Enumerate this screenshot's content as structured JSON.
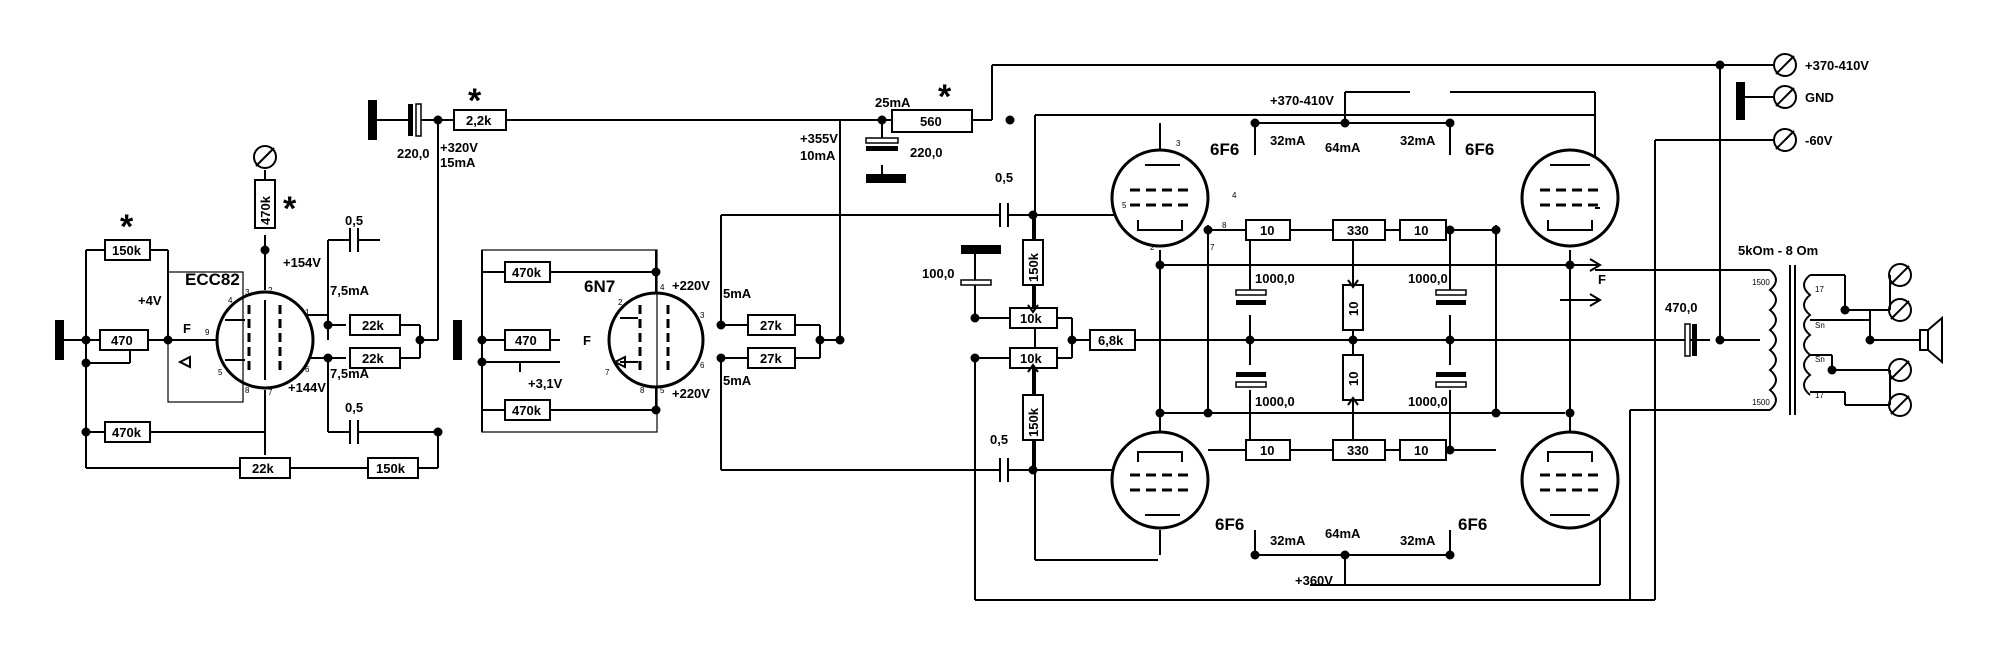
{
  "schematic": {
    "tubes": {
      "driver": "ECC82",
      "phase_inverter": "6N7",
      "output": [
        "6F6",
        "6F6",
        "6F6",
        "6F6"
      ]
    },
    "resistors": {
      "r470_in": "470",
      "r150k_top": "150k",
      "r470k_bot": "470k",
      "r470k_plate": "470k",
      "r22k_a": "22k",
      "r22k_b": "22k",
      "r22k_bot": "22k",
      "r150k_bot": "150k",
      "r2_2k": "2,2k",
      "r470k_pi_top": "470k",
      "r470_pi": "470",
      "r470k_pi_bot": "470k",
      "r27k_a": "27k",
      "r27k_b": "27k",
      "r560": "560",
      "r150k_g1": "150k",
      "r10k_a": "10k",
      "r10k_b": "10k",
      "r150k_g2": "150k",
      "r6_8k": "6,8k",
      "r10_tl": "10",
      "r330_t": "330",
      "r10_tr": "10",
      "r10_v1": "10",
      "r10_v2": "10",
      "r10_bl": "10",
      "r330_b": "330",
      "r10_br": "10"
    },
    "capacitors": {
      "c_in_top": "0,5",
      "c_in_bot": "0,5",
      "c_220_a": "220,0",
      "c_220_b": "220,0",
      "c_g_top": "0,5",
      "c_g_bot": "0,5",
      "c_100": "100,0",
      "c_1000_tl": "1000,0",
      "c_1000_tr": "1000,0",
      "c_1000_bl": "1000,0",
      "c_1000_br": "1000,0",
      "c_470": "470,0"
    },
    "voltages": {
      "v_grid_drv": "+4V",
      "v_p1": "+154V",
      "v_p2": "+144V",
      "v_320": "+320V",
      "v_pi_top": "+220V",
      "v_pi_bot": "+220V",
      "v_pi_k": "+3,1V",
      "v_355": "+355V",
      "v_out_top": "+370-410V",
      "v_out_bot": "+360V"
    },
    "currents": {
      "i_p1": "7,5mA",
      "i_p2": "7,5mA",
      "i_15": "15mA",
      "i_pi_top": "5mA",
      "i_pi_bot": "5mA",
      "i_10": "10mA",
      "i_25": "25mA",
      "i_32_tl": "32mA",
      "i_64_t": "64mA",
      "i_32_tr": "32mA",
      "i_32_bl": "32mA",
      "i_64_b": "64mA",
      "i_32_br": "32mA"
    },
    "markers": {
      "f": "F",
      "f_pi": "F",
      "f_out": "F",
      "star": "*"
    },
    "terminals": {
      "supply": "+370-410V",
      "gnd": "GND",
      "bias": "-60V"
    },
    "transformer": {
      "label": "5kOm - 8 Om",
      "taps": [
        "1500",
        "17",
        "Sn",
        "Sn",
        "17",
        "1500"
      ]
    },
    "pins": {
      "ecc": [
        "3",
        "2",
        "1",
        "4",
        "9",
        "5",
        "8",
        "7",
        "6"
      ],
      "n7": [
        "3",
        "2",
        "5",
        "4",
        "8",
        "7",
        "6"
      ],
      "f6": [
        "3",
        "4",
        "5",
        "2",
        "8",
        "7"
      ]
    }
  }
}
